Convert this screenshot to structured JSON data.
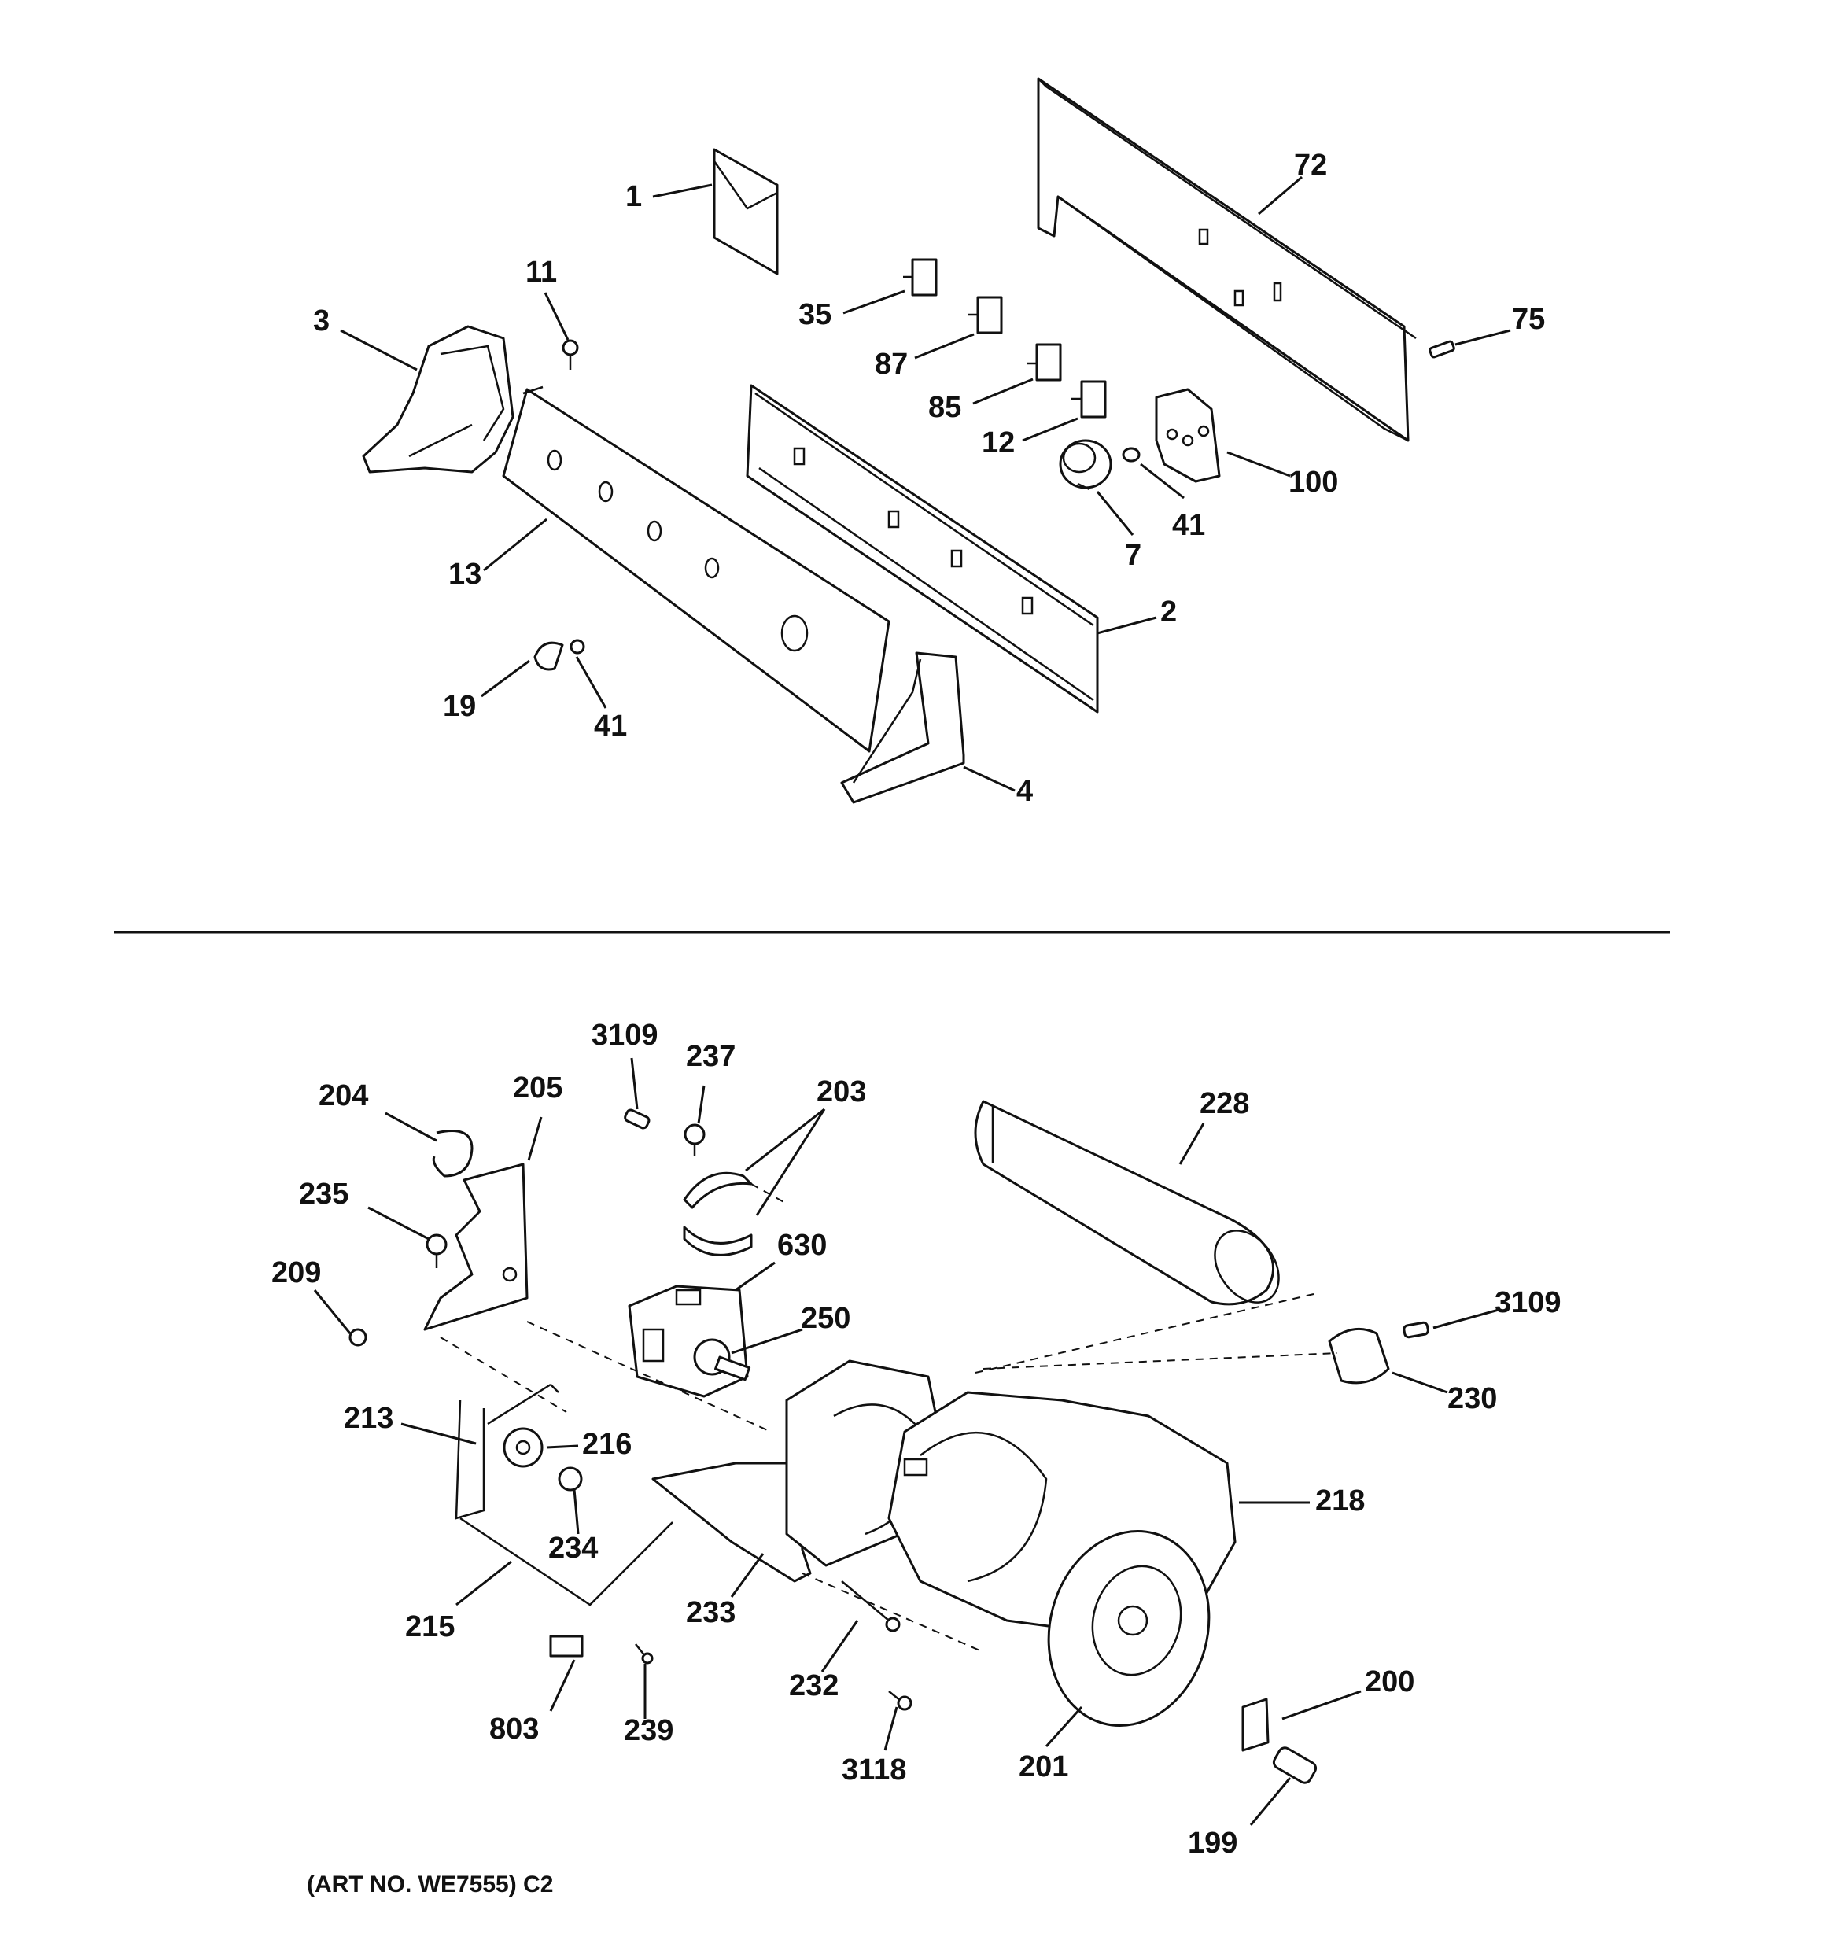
{
  "labels": {
    "p1": "1",
    "p72": "72",
    "p11": "11",
    "p3": "3",
    "p35": "35",
    "p75": "75",
    "p87": "87",
    "p85": "85",
    "p12": "12",
    "p100": "100",
    "p41a": "41",
    "p7": "7",
    "p13": "13",
    "p2": "2",
    "p19": "19",
    "p41b": "41",
    "p4": "4",
    "p3109a": "3109",
    "p237": "237",
    "p203": "203",
    "p228": "228",
    "p204": "204",
    "p205": "205",
    "p235": "235",
    "p630": "630",
    "p209": "209",
    "p250": "250",
    "p3109b": "3109",
    "p230": "230",
    "p213": "213",
    "p216": "216",
    "p218": "218",
    "p234": "234",
    "p215": "215",
    "p233": "233",
    "p232": "232",
    "p200": "200",
    "p803": "803",
    "p239": "239",
    "p3118": "3118",
    "p201": "201",
    "p199": "199"
  },
  "art_number": "(ART NO. WE7555) C2"
}
